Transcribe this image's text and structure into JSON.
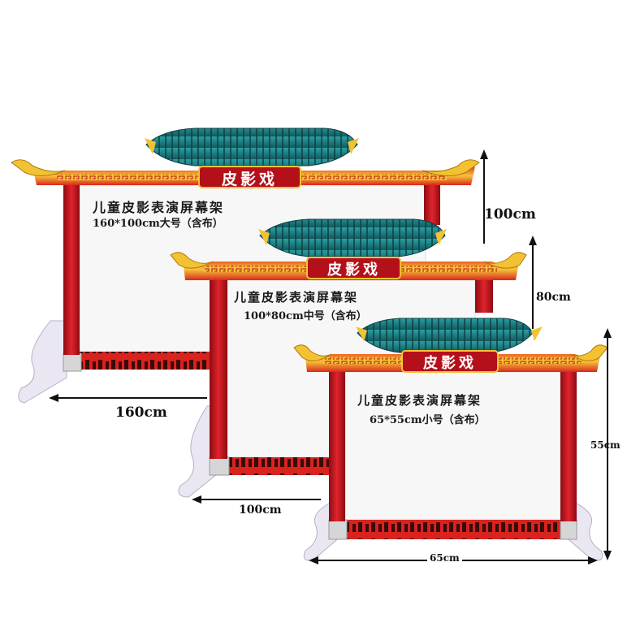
{
  "sign_text": "皮影戏",
  "large": {
    "name": "儿童皮影表演屏幕架",
    "spec": "160*100cm大号（含布）",
    "width_label": "160cm",
    "height_label": "100cm"
  },
  "medium": {
    "name": "儿童皮影表演屏幕架",
    "spec": "100*80cm中号（含布）",
    "width_label": "100cm",
    "height_label": "80cm"
  },
  "small": {
    "name": "儿童皮影表演屏幕架",
    "spec": "65*55cm小号（含布）",
    "width_label": "65cm",
    "height_label": "55cm"
  },
  "colors": {
    "frame_red": "#c8141e",
    "roof_teal": "#1d7f84",
    "gold": "#f3c233",
    "sign_red": "#b4101a",
    "screen": "#f7f7f7"
  }
}
